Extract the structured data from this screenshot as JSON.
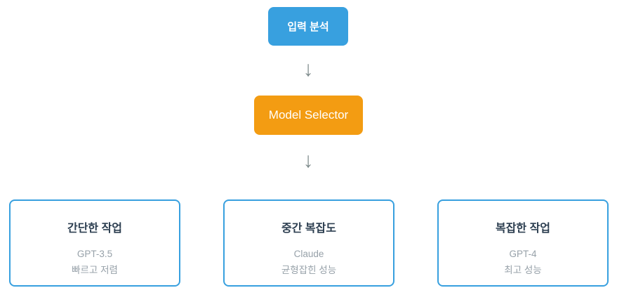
{
  "diagram": {
    "nodes": {
      "input_analysis": {
        "label": "입력 분석",
        "color": "#38A0DF"
      },
      "model_selector": {
        "label": "Model Selector",
        "color": "#F39C12"
      }
    },
    "arrow_glyph": "↓",
    "cards": [
      {
        "title": "간단한 작업",
        "model": "GPT-3.5",
        "description": "빠르고 저렴"
      },
      {
        "title": "중간 복잡도",
        "model": "Claude",
        "description": "균형잡힌 성능"
      },
      {
        "title": "복잡한 작업",
        "model": "GPT-4",
        "description": "최고 성능"
      }
    ],
    "colors": {
      "accent_blue": "#38A0DF",
      "accent_orange": "#F39C12",
      "title_navy": "#2C3E50",
      "body_gray": "#97A1A9",
      "arrow_gray": "#7F8C8D",
      "background": "#FFFFFF"
    }
  }
}
